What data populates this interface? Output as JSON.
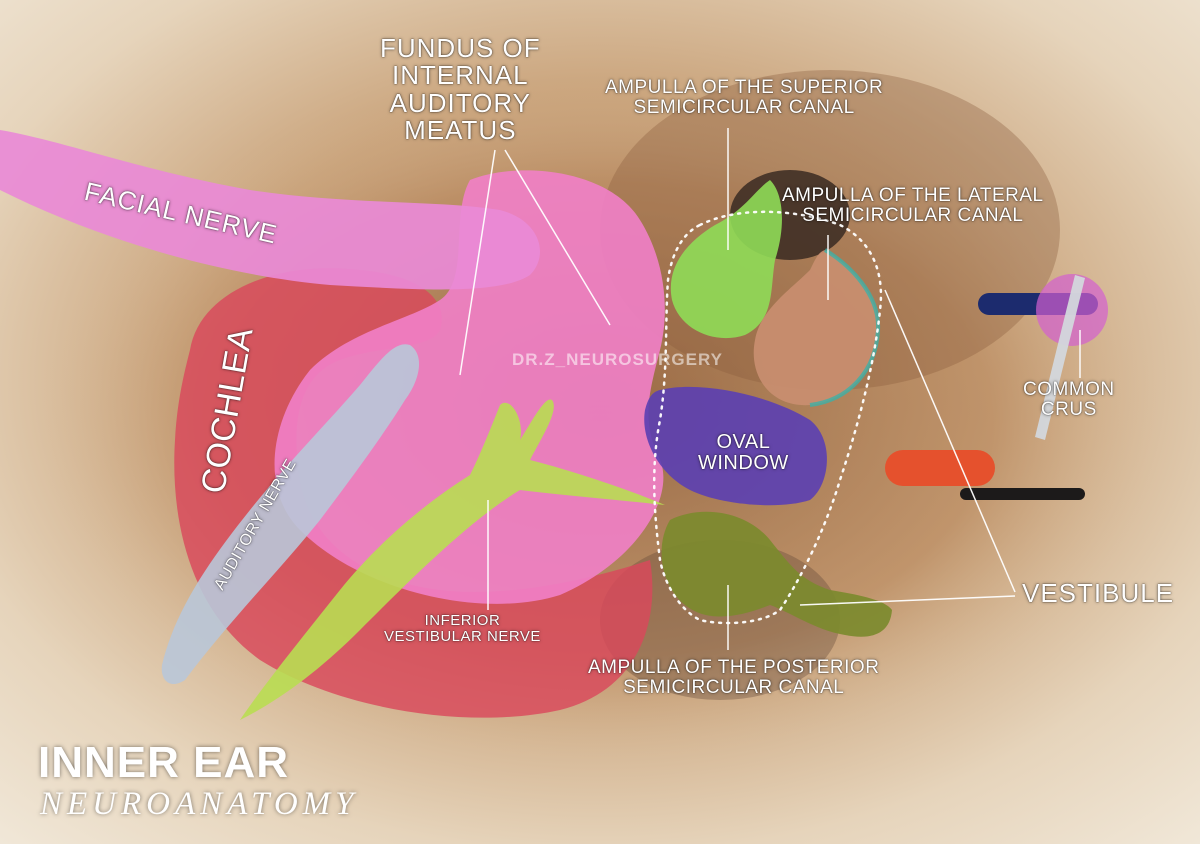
{
  "title": {
    "main": "INNER EAR",
    "sub": "NEUROANATOMY"
  },
  "watermark": "DR.Z_NEUROSURGERY",
  "labels": {
    "fundus": [
      "FUNDUS OF",
      "INTERNAL",
      "AUDITORY",
      "MEATUS"
    ],
    "facial_nerve": "FACIAL NERVE",
    "cochlea": "COCHLEA",
    "auditory_nerve": "AUDITORY NERVE",
    "inferior_vestibular": [
      "INFERIOR",
      "VESTIBULAR NERVE"
    ],
    "ampulla_superior": [
      "AMPULLA OF THE SUPERIOR",
      "SEMICIRCULAR CANAL"
    ],
    "ampulla_lateral": [
      "AMPULLA OF THE LATERAL",
      "SEMICIRCULAR CANAL"
    ],
    "oval_window": [
      "OVAL",
      "WINDOW"
    ],
    "common_crus": [
      "COMMON",
      "CRUS"
    ],
    "vestibule": "VESTIBULE",
    "ampulla_posterior": [
      "AMPULLA OF THE POSTERIOR",
      "SEMICIRCULAR CANAL"
    ]
  },
  "colors": {
    "facial_nerve": "#e98ad6",
    "fundus": "#f17fc8",
    "cochlea": "#d9485c",
    "auditory_nerve": "#b9c7d8",
    "inferior_vestibular_nerve": "#b9dd52",
    "ampulla_superior": "#8fdc57",
    "ampulla_lateral": "#c98e70",
    "oval_window": "#5b3fb3",
    "ampulla_posterior": "#7c8a2e",
    "common_crus": "#d35fd0"
  }
}
